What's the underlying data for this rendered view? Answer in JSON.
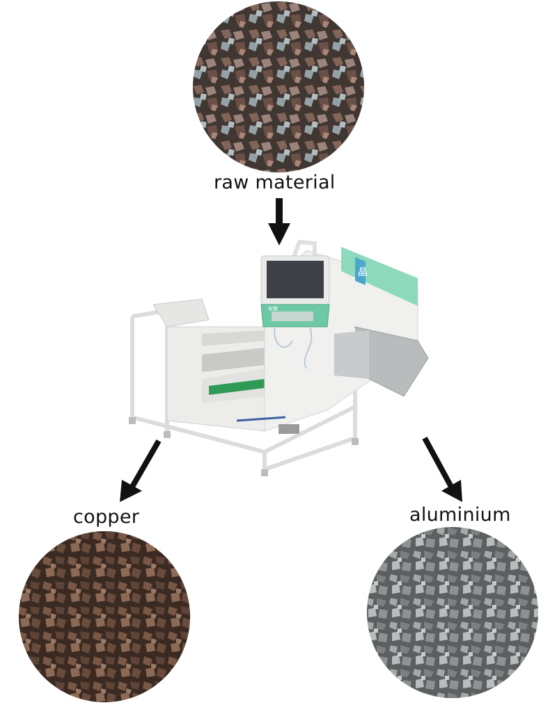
{
  "labels": {
    "raw_material": "raw material",
    "copper": "copper",
    "aluminium": "aluminium"
  },
  "machine": {
    "brand_text": "晶",
    "panel_text": "安徽"
  },
  "colors": {
    "text": "#111111",
    "arrow": "#111111",
    "machine_body": "#ecedeb",
    "machine_accent": "#7ed3b6",
    "copper": "#6b4a38",
    "aluminium": "#8a8d8e",
    "raw": "#5a4a44"
  },
  "icons": [
    "arrow-down-icon",
    "arrow-down-left-icon",
    "arrow-down-right-icon"
  ]
}
